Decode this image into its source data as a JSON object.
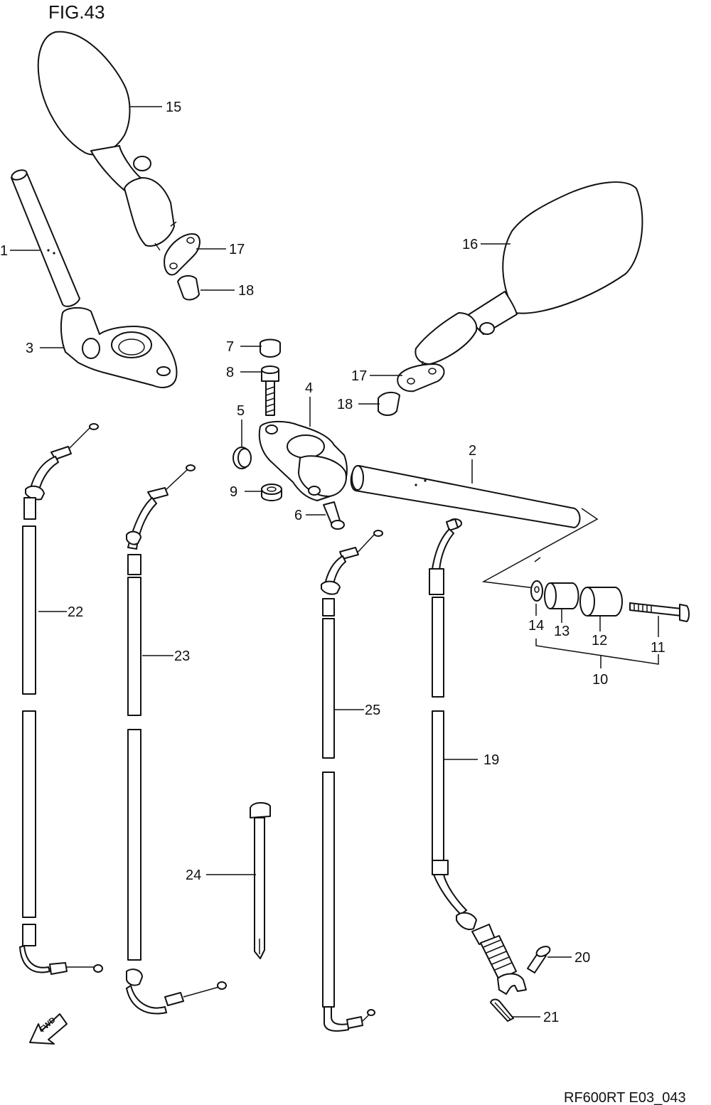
{
  "figure": {
    "title": "FIG.43",
    "code": "RF600RT E03_043"
  },
  "fwd_label": "FWD",
  "callouts": [
    "1",
    "2",
    "3",
    "4",
    "5",
    "6",
    "7",
    "8",
    "9",
    "10",
    "11",
    "12",
    "13",
    "14",
    "15",
    "16",
    "17",
    "17",
    "18",
    "18",
    "19",
    "20",
    "21",
    "22",
    "23",
    "24",
    "25"
  ]
}
